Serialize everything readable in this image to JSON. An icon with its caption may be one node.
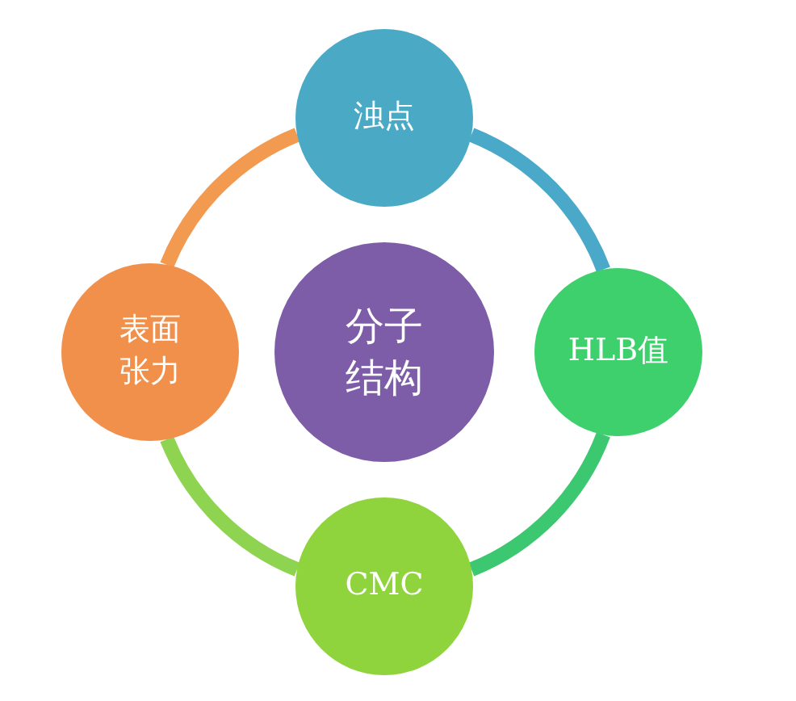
{
  "diagram": {
    "nodes": [
      {
        "text": [
          "浊点"
        ]
      },
      {
        "text": [
          "表面张力"
        ]
      },
      {
        "text": [
          "分子结构"
        ]
      },
      {
        "text": [
          "HLB值"
        ]
      },
      {
        "text": [
          "CMC"
        ]
      }
    ],
    "edges": [
      {
        "from": 0,
        "to": 3,
        "arrow": "none",
        "color": "#4aa8c8"
      },
      {
        "from": 3,
        "to": 4,
        "arrow": "none",
        "color": "#3cc870"
      },
      {
        "from": 4,
        "to": 1,
        "arrow": "none",
        "color": "#8fd450"
      },
      {
        "from": 1,
        "to": 0,
        "arrow": "none",
        "color": "#f29a50"
      }
    ]
  }
}
